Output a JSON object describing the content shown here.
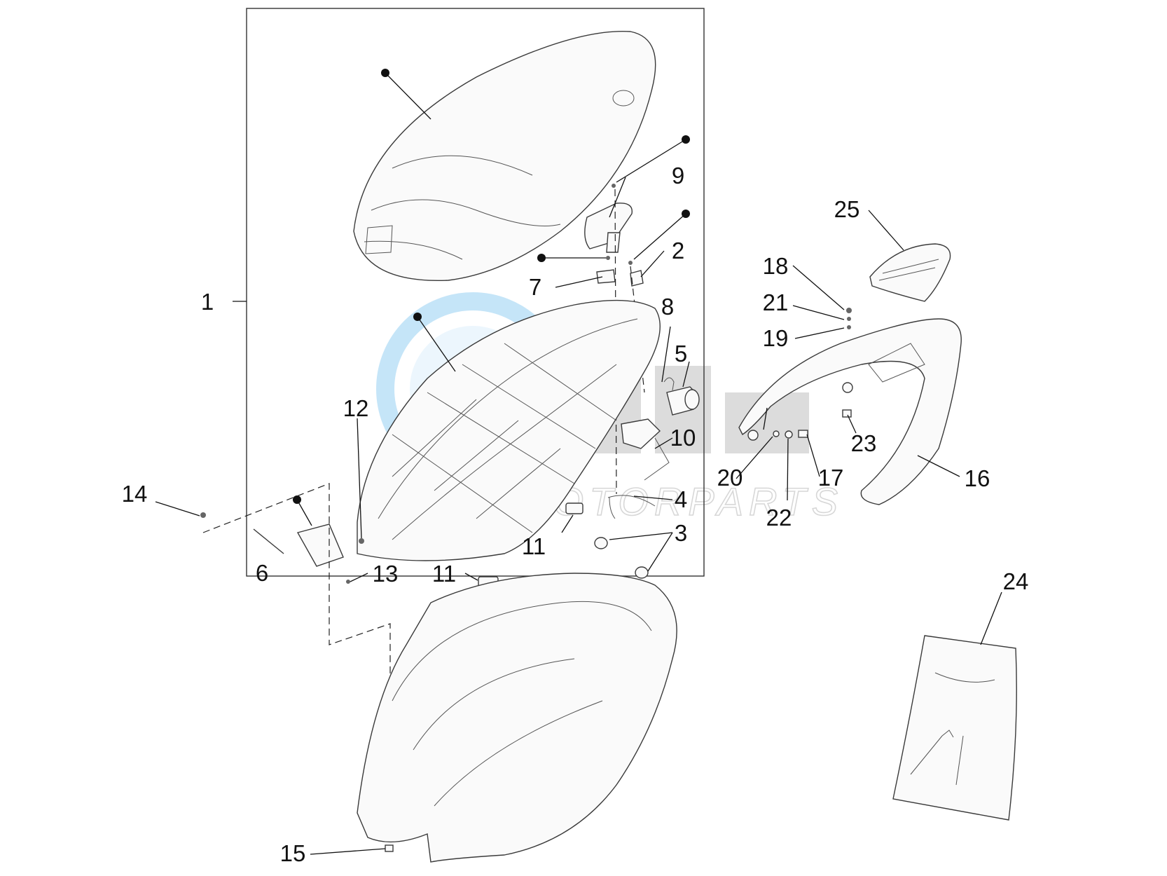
{
  "diagram": {
    "watermark": {
      "text": "MOTORPARTS",
      "colors": [
        "#3fa9e8",
        "#8a8a8a"
      ]
    },
    "callouts": [
      "1",
      "2",
      "3",
      "4",
      "5",
      "6",
      "7",
      "8",
      "9",
      "10",
      "11",
      "12",
      "13",
      "14",
      "15",
      "16",
      "17",
      "18",
      "19",
      "20",
      "21",
      "22",
      "23",
      "24",
      "25"
    ],
    "parts": [
      "seat",
      "seat-hinge-cover",
      "seat-hinge-bracket",
      "seat-underpan",
      "lock-cylinder",
      "lock-latch",
      "rubber-buffer",
      "seat-rear-hook",
      "hook-pin",
      "rear-rack",
      "passenger-backrest",
      "tool-kit-bag",
      "helmet-compartment"
    ],
    "colors": {
      "line": "#3a3a3a",
      "watermark_blue": "#3fa9e8",
      "watermark_grey": "#8a8a8a"
    }
  }
}
